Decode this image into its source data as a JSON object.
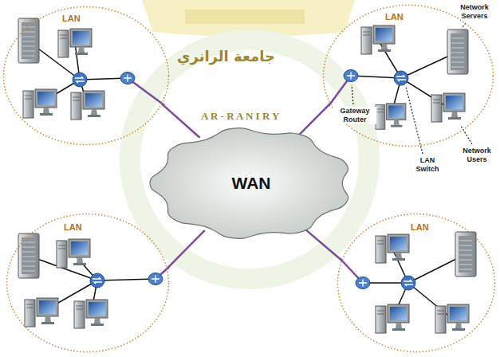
{
  "diagram": {
    "nodes": [
      {
        "text": [
          "LAN"
        ]
      },
      {
        "text": [
          "LAN"
        ]
      },
      {
        "text": [
          "WAN"
        ]
      },
      {
        "text": [
          "LAN"
        ]
      },
      {
        "text": [
          "LAN"
        ]
      }
    ],
    "edges": [
      {
        "from": 0,
        "to": 2,
        "arrow": "none"
      },
      {
        "from": 1,
        "to": 2,
        "arrow": "none"
      },
      {
        "from": 3,
        "to": 2,
        "arrow": "none"
      },
      {
        "from": 4,
        "to": 2,
        "arrow": "none"
      }
    ],
    "labels": [
      "جامعة الرانري",
      "A R - R A N I R Y",
      "Gateway Router",
      "Network Servers",
      "Network Users",
      "LAN Switch"
    ]
  }
}
